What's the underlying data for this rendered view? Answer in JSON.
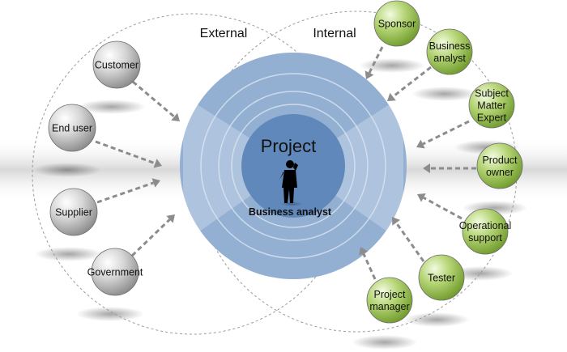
{
  "labels": {
    "external": "External",
    "internal": "Internal",
    "project": "Project",
    "business_analyst_center": "Business analyst"
  },
  "colors": {
    "core_ring": "#7c9fc8",
    "core_center": "#5b84b5",
    "external_sphere": "#bcbcbc",
    "internal_sphere": "#9fc45a",
    "arrow": "#8c8c8c"
  },
  "external_stakeholders": [
    {
      "lines": [
        "Customer"
      ]
    },
    {
      "lines": [
        "End user"
      ]
    },
    {
      "lines": [
        "Supplier"
      ]
    },
    {
      "lines": [
        "Government"
      ]
    }
  ],
  "internal_stakeholders": [
    {
      "lines": [
        "Sponsor"
      ]
    },
    {
      "lines": [
        "Business",
        "analyst"
      ]
    },
    {
      "lines": [
        "Subject",
        "Matter",
        "Expert"
      ]
    },
    {
      "lines": [
        "Product",
        "owner"
      ]
    },
    {
      "lines": [
        "Operational",
        "support"
      ]
    },
    {
      "lines": [
        "Tester"
      ]
    },
    {
      "lines": [
        "Project",
        "manager"
      ]
    }
  ]
}
